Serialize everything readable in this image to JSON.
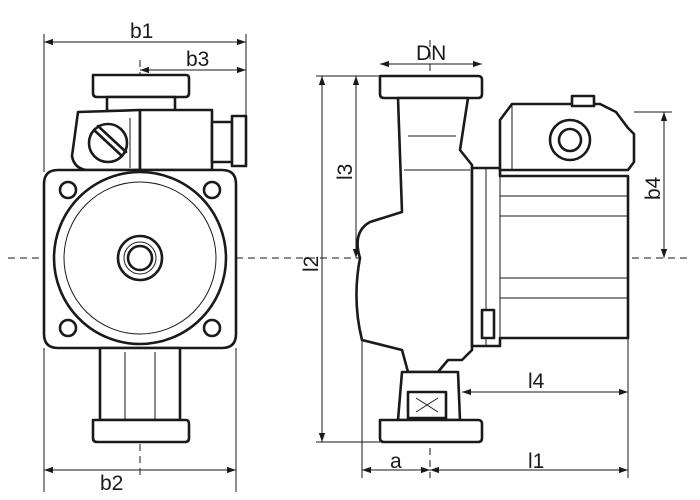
{
  "labels": {
    "b1": "b1",
    "b2": "b2",
    "b3": "b3",
    "b4": "b4",
    "dn": "DN",
    "l1": "l1",
    "l2": "l2",
    "l3": "l3",
    "l4": "l4",
    "a": "a"
  },
  "colors": {
    "line": "#1a1a1a",
    "background": "#ffffff"
  }
}
